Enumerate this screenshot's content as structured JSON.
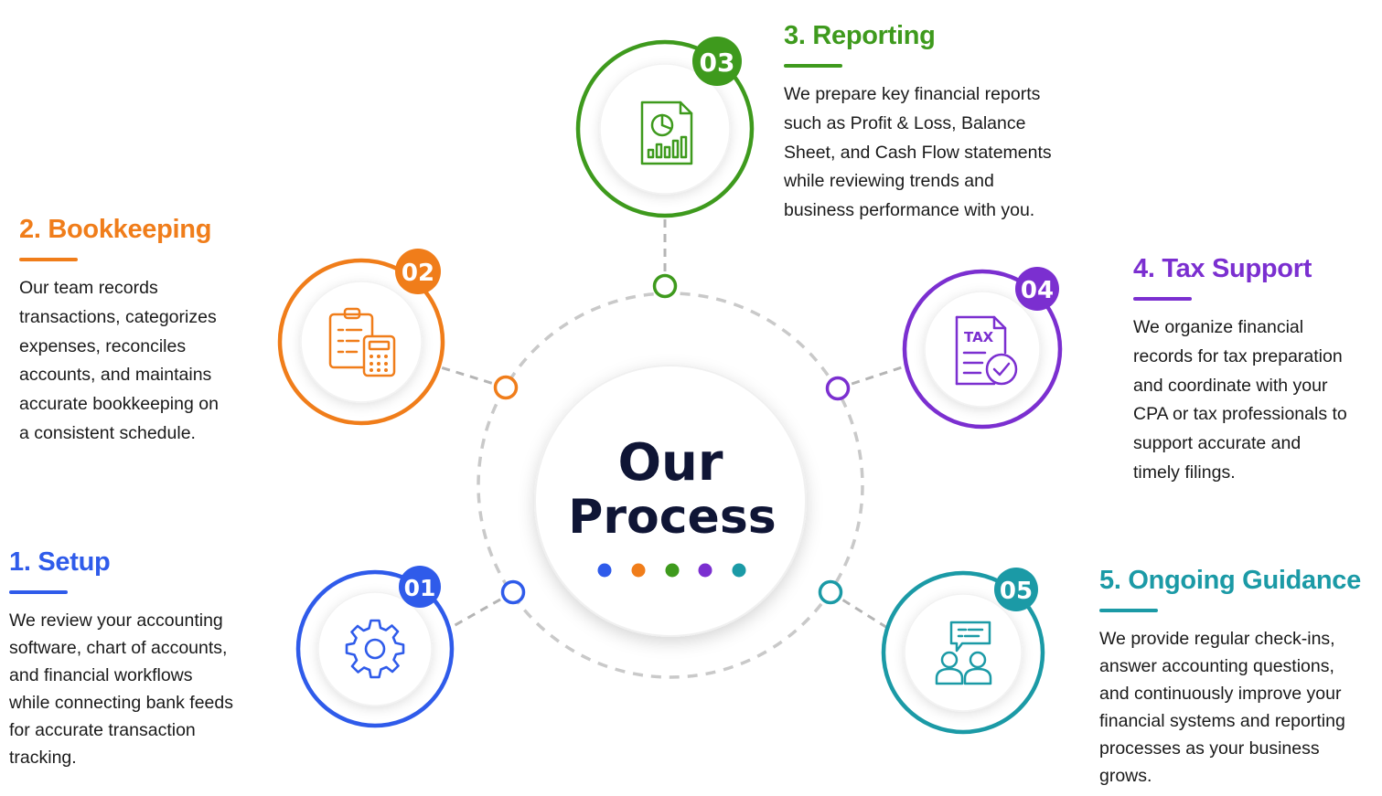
{
  "center": {
    "title_line1": "Our",
    "title_line2": "Process",
    "dot_colors": [
      "#2f5bea",
      "#f07d1a",
      "#3e9a1d",
      "#7b2fd0",
      "#1b9aa6"
    ]
  },
  "steps": [
    {
      "number": "01",
      "title": "1. Setup",
      "color": "#2f5bea",
      "icon": "gear-icon",
      "description": [
        "We review your accounting",
        "software, chart of accounts,",
        "and financial workflows",
        "while connecting bank feeds",
        "for accurate transaction",
        "tracking."
      ]
    },
    {
      "number": "02",
      "title": "2. Bookkeeping",
      "color": "#f07d1a",
      "icon": "clipboard-calculator-icon",
      "description": [
        "Our team records",
        "transactions, categorizes",
        "expenses, reconciles",
        "accounts, and maintains",
        "accurate bookkeeping on",
        "a consistent schedule."
      ]
    },
    {
      "number": "03",
      "title": "3. Reporting",
      "color": "#3e9a1d",
      "icon": "report-chart-icon",
      "description": [
        "We prepare key financial reports",
        "such as Profit & Loss, Balance",
        "Sheet, and Cash Flow statements",
        "while reviewing trends and",
        "business performance with you."
      ]
    },
    {
      "number": "04",
      "title": "4. Tax Support",
      "color": "#7b2fd0",
      "icon": "tax-document-icon",
      "icon_text": "TAX",
      "description": [
        "We organize financial",
        "records for tax preparation",
        "and coordinate with your",
        "CPA or tax professionals to",
        "support accurate and",
        "timely filings."
      ]
    },
    {
      "number": "05",
      "title": "5. Ongoing Guidance",
      "color": "#1b9aa6",
      "icon": "people-chat-icon",
      "description": [
        "We provide regular check-ins,",
        "answer accounting questions,",
        "and continuously improve your",
        "financial systems and reporting",
        "processes as your business",
        "grows."
      ]
    }
  ]
}
